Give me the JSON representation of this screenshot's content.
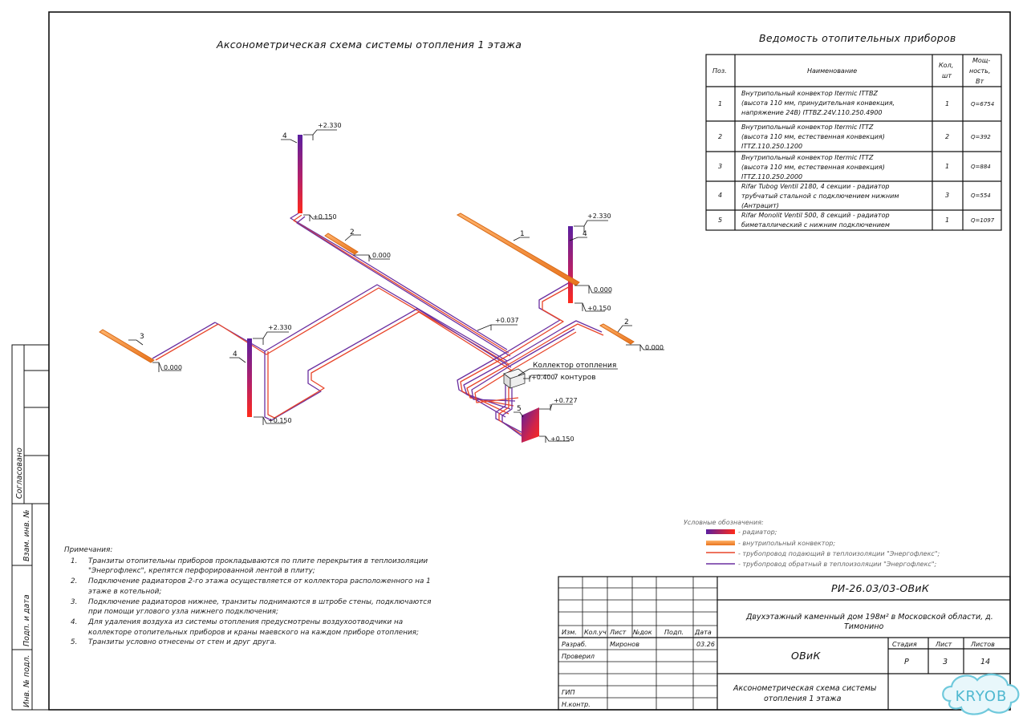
{
  "heating_scheme": {
    "title": "Аксонометрическая схема системы отопления 1 этажа",
    "collector_label_1": "Коллектор отопления",
    "collector_label_2": "7 контуров",
    "collector_mark": "+0.400",
    "elevations": [
      "+2.330",
      "+0.150",
      "0.000",
      "+2.330",
      "0.000",
      "+0.150",
      "+0.037",
      "0.000",
      "+2.330",
      "0.000",
      "+0.150",
      "+0.727",
      "+0.150"
    ],
    "device_labels": [
      "4",
      "2",
      "1",
      "4",
      "3",
      "2",
      "4",
      "5"
    ]
  },
  "schedule": {
    "title": "Ведомость отопительных приборов",
    "headers": {
      "pos": "Поз.",
      "name": "Наименование",
      "qty_1": "Кол,",
      "qty_2": "шт",
      "pow_1": "Мощ-",
      "pow_2": "ность,",
      "pow_3": "Вт"
    },
    "rows": [
      {
        "pos": "1",
        "name": [
          "Внутрипольный конвектор Itermic ITTBZ",
          "(высота 110 мм, принудительная конвекция,",
          "напряжение 24В) ITTBZ.24V.110.250.4900"
        ],
        "qty": "1",
        "power": "Q=6754"
      },
      {
        "pos": "2",
        "name": [
          "Внутрипольный конвектор Itermic ITTZ",
          "(высота 110 мм, естественная конвекция)",
          "ITTZ.110.250.1200"
        ],
        "qty": "2",
        "power": "Q=392"
      },
      {
        "pos": "3",
        "name": [
          "Внутрипольный конвектор Itermic ITTZ",
          "(высота 110 мм, естественная конвекция)",
          "ITTZ.110.250.2000"
        ],
        "qty": "1",
        "power": "Q=884"
      },
      {
        "pos": "4",
        "name": [
          "Rifar Tubog Ventil 2180, 4 секции - радиатор",
          "трубчатый стальной с подключением нижним",
          "(Антрацит)"
        ],
        "qty": "3",
        "power": "Q=554"
      },
      {
        "pos": "5",
        "name": [
          "Rifar Monolit Ventil 500, 8 секций - радиатор",
          "биметаллический с нижним подключением"
        ],
        "qty": "1",
        "power": "Q=1097"
      }
    ]
  },
  "legend": {
    "title": "Условные обозначения:",
    "items": [
      {
        "text": "- радиатор;",
        "color": "#6a1f8f"
      },
      {
        "text": "- внутрипольный конвектор;",
        "color": "#f08a2b"
      },
      {
        "text": "- трубопровод подающий в теплоизоляции \"Энергофлекс\";",
        "color": "#e8452a"
      },
      {
        "text": "- трубопровод обратный в теплоизоляции \"Энергофлекс\";",
        "color": "#6a2fa0"
      }
    ]
  },
  "notes": {
    "title": "Примечания:",
    "items": [
      {
        "n": "1.",
        "lines": [
          "Транзиты отопительны приборов прокладываются по плите перекрытия в теплоизоляции",
          "\"Энергофлекс\", крепятся перфорированной лентой в плиту;"
        ]
      },
      {
        "n": "2.",
        "lines": [
          "Подключение радиаторов 2-го этажа осуществляется от коллектора расположенного на 1",
          "этаже в котельной;"
        ]
      },
      {
        "n": "3.",
        "lines": [
          "Подключение радиаторов нижнее, транзиты поднимаются в штробе стены, подключаются",
          "при помощи углового узла нижнего подключения;"
        ]
      },
      {
        "n": "4.",
        "lines": [
          "Для удаления воздуха из системы отопления предусмотрены воздухоотводчики на",
          "коллекторе отопительных приборов и краны маевского на каждом приборе отопления;"
        ]
      },
      {
        "n": "5.",
        "lines": [
          "Транзиты условно отнесены от стен и друг друга."
        ]
      }
    ]
  },
  "stamp": {
    "code": "РИ-26.03/03-ОВиК",
    "object_1": "Двухэтажный каменный дом 198м² в Московской области, д.",
    "object_2": "Тимонино",
    "cols": {
      "izm": "Изм.",
      "kol": "Кол.уч",
      "list": "Лист",
      "ndok": "№док",
      "podp": "Подп.",
      "data": "Дата"
    },
    "razrab": "Разраб.",
    "razrab_name": "Миронов",
    "razrab_date": "03.26",
    "proveril": "Проверил",
    "gip": "ГИП",
    "nkontr": "Н.контр.",
    "section": "ОВиК",
    "stadia_h": "Стадия",
    "list_h": "Лист",
    "listov_h": "Листов",
    "stadia": "Р",
    "list": "3",
    "listov": "14",
    "sheet_title_1": "Аксонометрическая схема системы",
    "sheet_title_2": "отопления 1 этажа"
  },
  "side_stamp": {
    "soglasovano": "Согласовано",
    "vzam": "Взам. инв. №",
    "podp": "Подп. и дата",
    "inv": "Инв. № подл."
  },
  "watermark": "KRYOB"
}
